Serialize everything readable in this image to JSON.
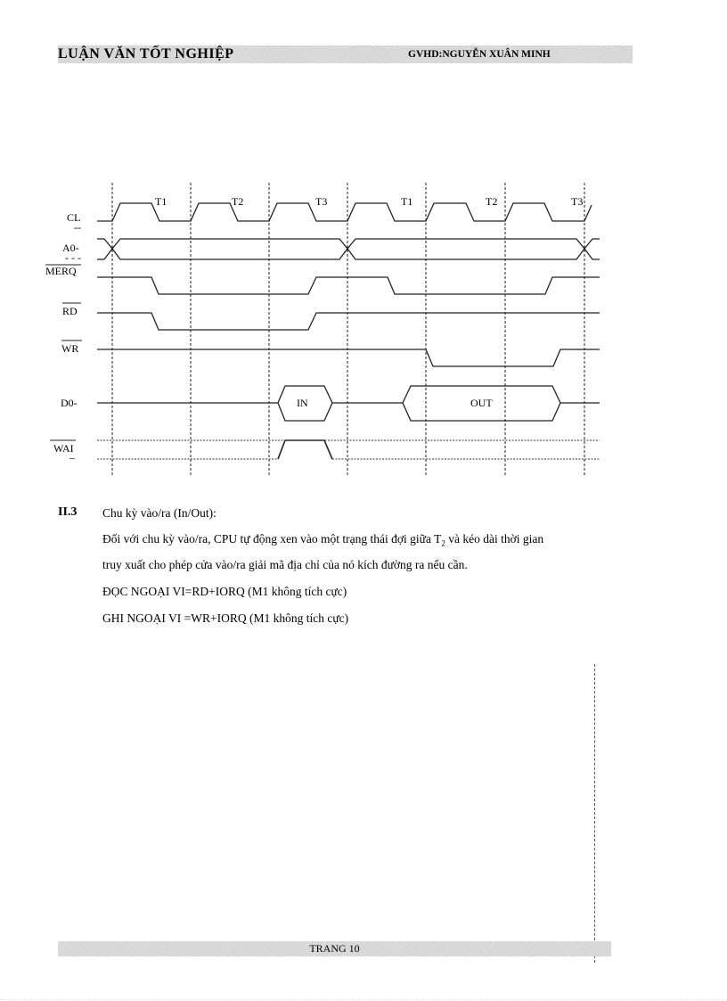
{
  "header": {
    "title": "LUẬN VĂN TỐT NGHIỆP",
    "advisor": "GVHD:NGUYỄN   XUÂN MINH"
  },
  "diagram": {
    "signals": [
      "CL",
      "A0-",
      "MERQ",
      "RD",
      "WR",
      "D0-",
      "WAI"
    ],
    "states": [
      "T1",
      "T2",
      "T3",
      "T1",
      "T2",
      "T3"
    ],
    "bus_labels": {
      "in": "IN",
      "out": "OUT"
    },
    "sub_marks": {
      "cl": "--",
      "a0": "- - -",
      "wai": "–"
    }
  },
  "section": {
    "number": "II.3",
    "heading": "Chu kỳ vào/ra (In/Out):",
    "para_line1_a": "Đối với chu kỳ vào/ra, CPU tự động xen vào một trạng thái đợi giữa T",
    "para_line1_sub": "2",
    "para_line1_b": " và kéo dài thời gian",
    "para_line2": "truy xuất cho phép cửa vào/ra giải mã địa chỉ của nó kích đường ra nếu cần.",
    "read_line": "ĐỌC NGOẠI VI=RD+IORQ  (M1 không tích cực)",
    "write_line": "GHI NGOẠI VI =WR+IORQ (M1 không tích cực)"
  },
  "footer": {
    "page": "TRANG 10"
  }
}
